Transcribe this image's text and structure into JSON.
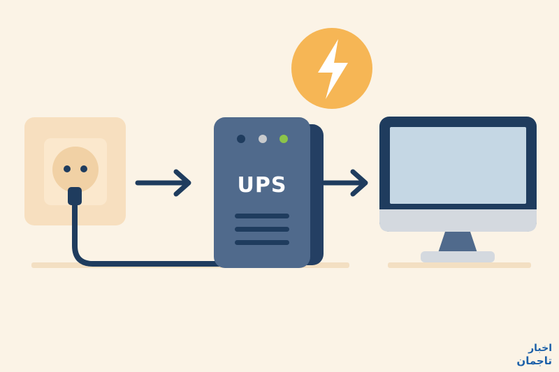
{
  "ups": {
    "label": "UPS"
  },
  "watermark": {
    "line1": "اخبار",
    "line2": "تاجمان"
  },
  "icons": {
    "outlet": "wall-outlet-icon",
    "plug": "power-plug-icon",
    "ups": "ups-unit-icon",
    "lightning": "lightning-bolt-icon",
    "monitor": "computer-monitor-icon"
  },
  "colors": {
    "background": "#fbf3e6",
    "navy": "#1f3c5e",
    "ups_body": "#506a8c",
    "ups_side": "#243f63",
    "outlet_frame": "#f7dfbf",
    "outlet_face": "#fbe8cd",
    "outlet_socket": "#f1d1a5",
    "screen": "#c5d7e4",
    "monitor_chin": "#d4d9df",
    "bolt_circle": "#f6b655",
    "led_green": "#8cc44a",
    "led_gray": "#c8cacd",
    "watermark_blue": "#1b5fa8"
  }
}
